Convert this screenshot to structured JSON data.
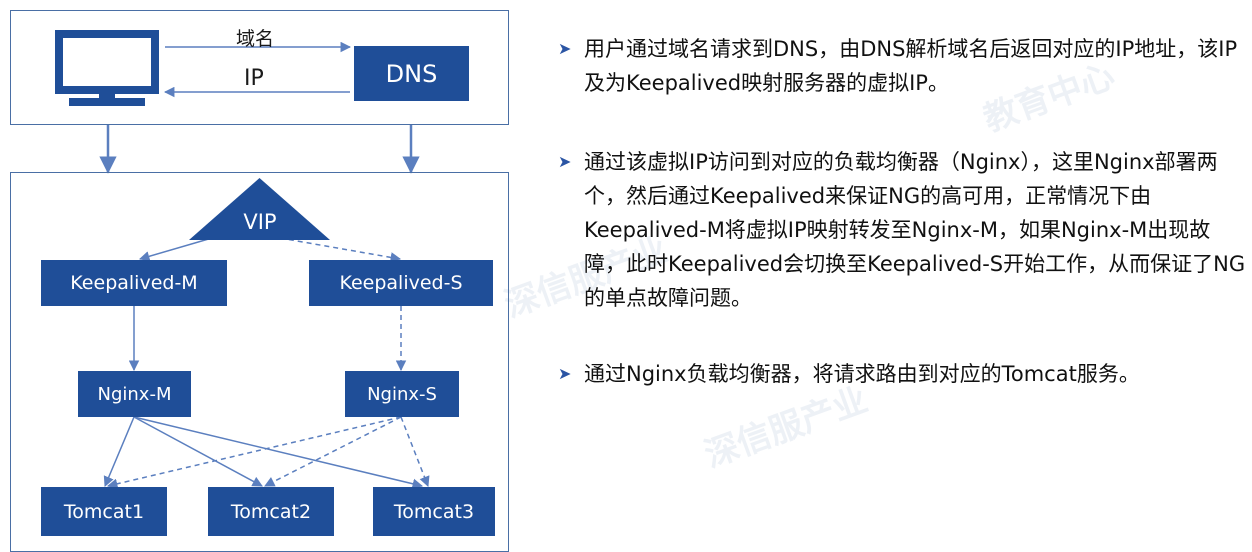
{
  "colors": {
    "node_fill": "#1f4e98",
    "frame_border": "#4a6fa5",
    "connector": "#5b7fbf",
    "bullet_arrow": "#2b55a4"
  },
  "diagram": {
    "client_icon": "monitor-icon",
    "dns_request_label": "域名",
    "dns_reply_label": "IP",
    "dns_node": "DNS",
    "vip": "VIP",
    "keepalived_master": "Keepalived-M",
    "keepalived_slave": "Keepalived-S",
    "nginx_master": "Nginx-M",
    "nginx_slave": "Nginx-S",
    "tomcat1": "Tomcat1",
    "tomcat2": "Tomcat2",
    "tomcat3": "Tomcat3"
  },
  "bullets": [
    {
      "icon": "arrow-right-icon",
      "text": "用户通过域名请求到DNS，由DNS解析域名后返回对应的IP地址，该IP及为Keepalived映射服务器的虚拟IP。"
    },
    {
      "icon": "arrow-right-icon",
      "text": "通过该虚拟IP访问到对应的负载均衡器（Nginx），这里Nginx部署两个，然后通过Keepalived来保证NG的高可用，正常情况下由Keepalived-M将虚拟IP映射转发至Nginx-M，如果Nginx-M出现故障，此时Keepalived会切换至Keepalived-S开始工作，从而保证了NG的单点故障问题。"
    },
    {
      "icon": "arrow-right-icon",
      "text": "通过Nginx负载均衡器，将请求路由到对应的Tomcat服务。"
    }
  ]
}
